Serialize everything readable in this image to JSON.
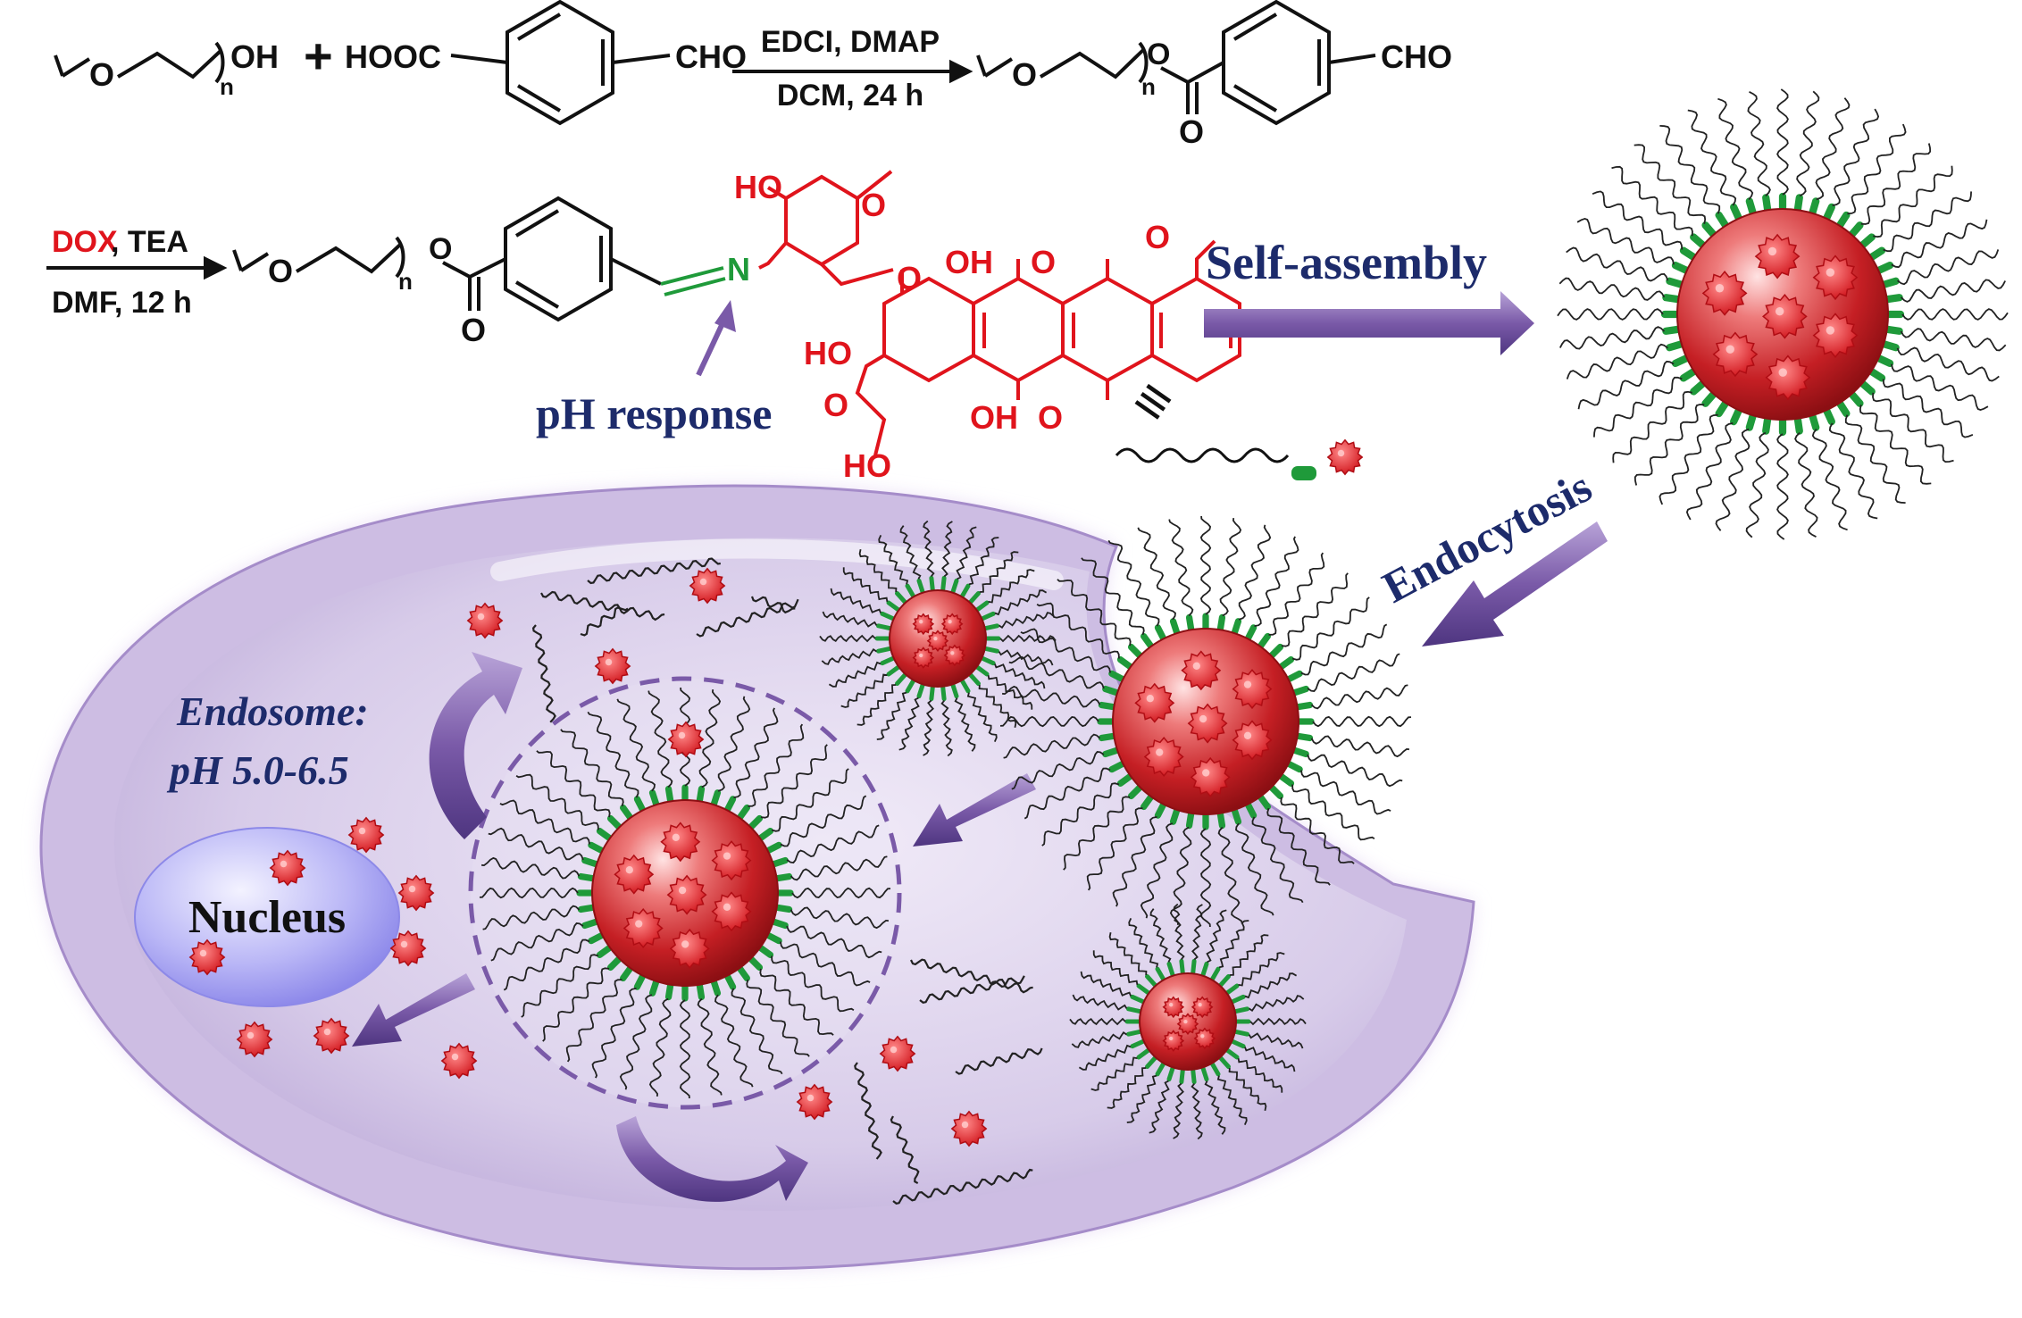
{
  "scheme": {
    "row1": {
      "reactant1": {
        "end_group": "OH",
        "repeat": "n"
      },
      "plus": "+",
      "reactant2": {
        "left_group": "HOOC",
        "right_group": "CHO"
      },
      "conditions": {
        "reagents": "EDCI, DMAP",
        "solvent_time": "DCM, 24 h"
      },
      "product": {
        "ester_o": "O",
        "carbonyl_o": "O",
        "right_group": "CHO",
        "repeat": "n"
      }
    },
    "row2": {
      "conditions": {
        "reagent_red": "DOX",
        "reagent_black": ", TEA",
        "solvent_time": "DMF, 12 h"
      },
      "product": {
        "ester_o": "O",
        "carbonyl_o": "O",
        "imine_n": "N",
        "repeat": "n"
      },
      "dox_labels": {
        "ho_top": "HO",
        "oh_upper": "OH",
        "o_quinone_top": "O",
        "ho_ring": "HO",
        "oh_lower": "OH",
        "o_quinone_bottom": "O",
        "ho_bottom": "HO"
      },
      "ph_response_label": "pH response"
    },
    "equivalent_symbol": "≡"
  },
  "process": {
    "self_assembly_label": "Self-assembly",
    "endocytosis_label": "Endocytosis"
  },
  "cell": {
    "endosome_label_line1": "Endosome:",
    "endosome_label_line2": "pH 5.0-6.5",
    "nucleus_label": "Nucleus"
  },
  "colors": {
    "dox_red": "#e0141c",
    "label_navy": "#1d2b6b",
    "arrow_purple": "#7a5aa8",
    "cell_lavender": "#c9b8e0",
    "nucleus_blue": "#a9a6f2",
    "micelle_red": "#c51f24",
    "shell_green": "#1f9a3a"
  }
}
